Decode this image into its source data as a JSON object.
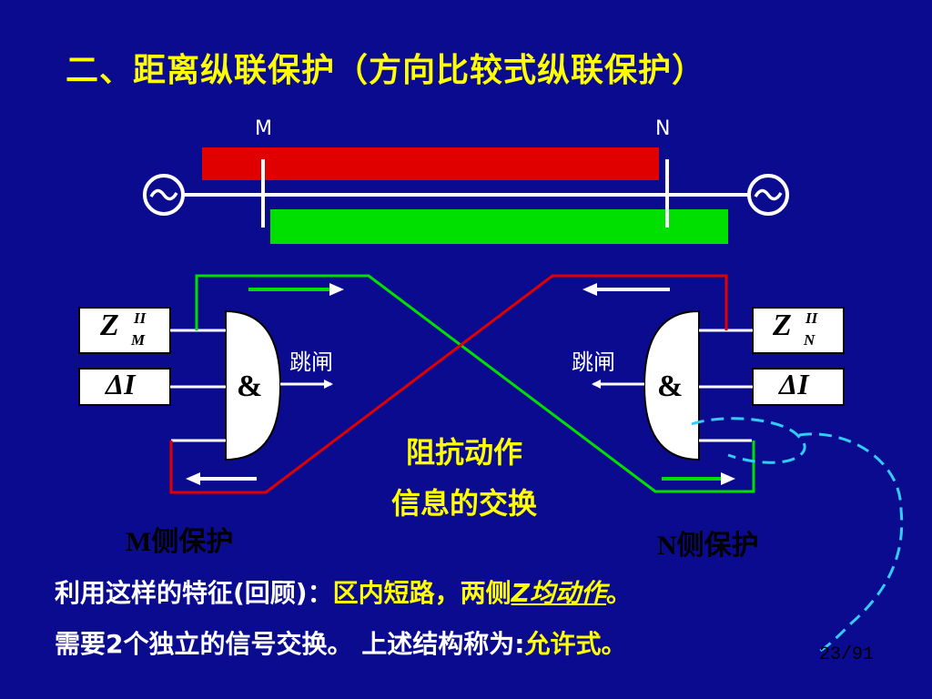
{
  "title": "二、距离纵联保护（方向比较式纵联保护）",
  "line": {
    "bus_m": "M",
    "bus_n": "N"
  },
  "relay_m": {
    "zone_block": {
      "symbol": "Z",
      "superscript": "II",
      "subscript": "M"
    },
    "delta_block": "ΔI",
    "and_gate": "&",
    "output": "跳闸",
    "side_label_prefix": "M",
    "side_label_suffix": "侧保护"
  },
  "relay_n": {
    "zone_block": {
      "symbol": "Z",
      "superscript": "II",
      "subscript": "N"
    },
    "delta_block": "ΔI",
    "and_gate": "&",
    "output": "跳闸",
    "side_label_prefix": "N",
    "side_label_suffix": "侧保护"
  },
  "exchange_label": {
    "line1": "阻抗动作",
    "line2": "信息的交换"
  },
  "footer": {
    "line1_prefix": "利用这样的特征(回顾)：",
    "line1_highlight": "区内短路，两侧",
    "line1_italic": "Z均动作",
    "line1_end": "。",
    "line2_prefix": "需要2个独立的信号交换。 上述结构称为:",
    "line2_highlight": "允许式",
    "line2_end": "。"
  },
  "page_number": "23/91",
  "colors": {
    "background": "#0b0b8f",
    "title": "#ffff00",
    "m_relay_reach": "#e00000",
    "n_relay_reach": "#00e000",
    "dashed_note": "#33ccff"
  }
}
